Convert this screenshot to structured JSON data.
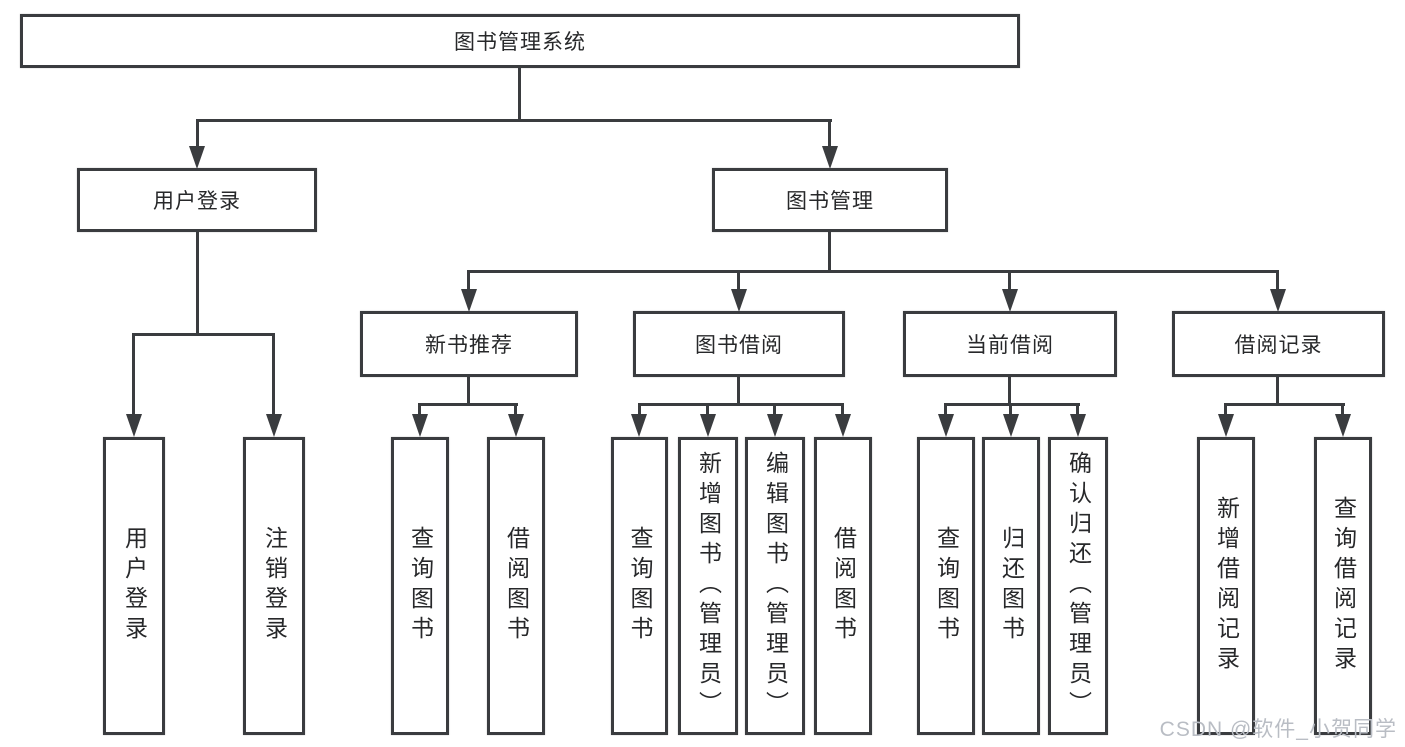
{
  "diagram": {
    "root": {
      "label": "图书管理系统"
    },
    "branches": [
      {
        "label": "用户登录",
        "children": [
          {
            "label": "用户登录"
          },
          {
            "label": "注销登录"
          }
        ]
      },
      {
        "label": "图书管理",
        "children": [
          {
            "label": "新书推荐",
            "children": [
              {
                "label": "查询图书"
              },
              {
                "label": "借阅图书"
              }
            ]
          },
          {
            "label": "图书借阅",
            "children": [
              {
                "label": "查询图书"
              },
              {
                "label": "新增图书（管理员）"
              },
              {
                "label": "编辑图书（管理员）"
              },
              {
                "label": "借阅图书"
              }
            ]
          },
          {
            "label": "当前借阅",
            "children": [
              {
                "label": "查询图书"
              },
              {
                "label": "归还图书"
              },
              {
                "label": "确认归还（管理员）"
              }
            ]
          },
          {
            "label": "借阅记录",
            "children": [
              {
                "label": "新增借阅记录"
              },
              {
                "label": "查询借阅记录"
              }
            ]
          }
        ]
      }
    ]
  },
  "watermark": "CSDN @软件_小贺同学",
  "colors": {
    "line": "#3a3c3f",
    "text": "#27282a",
    "watermark": "#b9bdc4",
    "background": "#ffffff"
  }
}
